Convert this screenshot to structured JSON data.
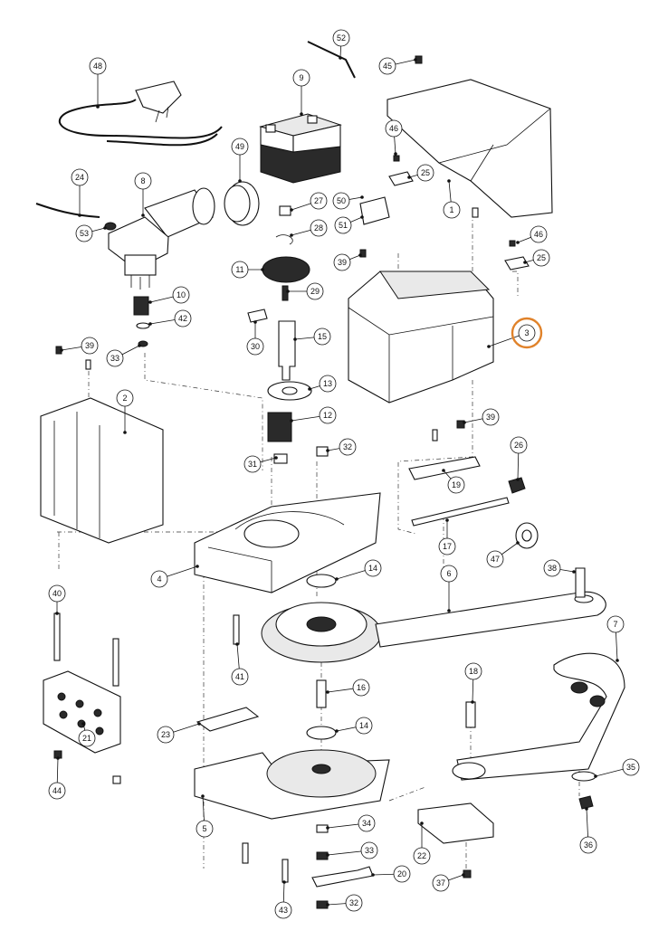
{
  "diagram": {
    "highlight_color": "#e0822a",
    "highlighted_part": "3",
    "callouts": [
      {
        "id": "c1",
        "label": "1"
      },
      {
        "id": "c2",
        "label": "2"
      },
      {
        "id": "c3",
        "label": "3"
      },
      {
        "id": "c4",
        "label": "4"
      },
      {
        "id": "c5",
        "label": "5"
      },
      {
        "id": "c6",
        "label": "6"
      },
      {
        "id": "c7",
        "label": "7"
      },
      {
        "id": "c8",
        "label": "8"
      },
      {
        "id": "c9",
        "label": "9"
      },
      {
        "id": "c10",
        "label": "10"
      },
      {
        "id": "c11",
        "label": "11"
      },
      {
        "id": "c12",
        "label": "12"
      },
      {
        "id": "c13",
        "label": "13"
      },
      {
        "id": "c14a",
        "label": "14"
      },
      {
        "id": "c14b",
        "label": "14"
      },
      {
        "id": "c15",
        "label": "15"
      },
      {
        "id": "c16",
        "label": "16"
      },
      {
        "id": "c17",
        "label": "17"
      },
      {
        "id": "c18",
        "label": "18"
      },
      {
        "id": "c19",
        "label": "19"
      },
      {
        "id": "c20",
        "label": "20"
      },
      {
        "id": "c21",
        "label": "21"
      },
      {
        "id": "c22",
        "label": "22"
      },
      {
        "id": "c23",
        "label": "23"
      },
      {
        "id": "c24",
        "label": "24"
      },
      {
        "id": "c25a",
        "label": "25"
      },
      {
        "id": "c25b",
        "label": "25"
      },
      {
        "id": "c26",
        "label": "26"
      },
      {
        "id": "c27",
        "label": "27"
      },
      {
        "id": "c28",
        "label": "28"
      },
      {
        "id": "c29",
        "label": "29"
      },
      {
        "id": "c30",
        "label": "30"
      },
      {
        "id": "c31",
        "label": "31"
      },
      {
        "id": "c32a",
        "label": "32"
      },
      {
        "id": "c32b",
        "label": "32"
      },
      {
        "id": "c33a",
        "label": "33"
      },
      {
        "id": "c33b",
        "label": "33"
      },
      {
        "id": "c34",
        "label": "34"
      },
      {
        "id": "c35",
        "label": "35"
      },
      {
        "id": "c36",
        "label": "36"
      },
      {
        "id": "c37",
        "label": "37"
      },
      {
        "id": "c38",
        "label": "38"
      },
      {
        "id": "c39a",
        "label": "39"
      },
      {
        "id": "c39b",
        "label": "39"
      },
      {
        "id": "c39c",
        "label": "39"
      },
      {
        "id": "c40",
        "label": "40"
      },
      {
        "id": "c41",
        "label": "41"
      },
      {
        "id": "c42",
        "label": "42"
      },
      {
        "id": "c43",
        "label": "43"
      },
      {
        "id": "c44",
        "label": "44"
      },
      {
        "id": "c45",
        "label": "45"
      },
      {
        "id": "c46a",
        "label": "46"
      },
      {
        "id": "c46b",
        "label": "46"
      },
      {
        "id": "c47",
        "label": "47"
      },
      {
        "id": "c48",
        "label": "48"
      },
      {
        "id": "c49",
        "label": "49"
      },
      {
        "id": "c50",
        "label": "50"
      },
      {
        "id": "c51",
        "label": "51"
      },
      {
        "id": "c52",
        "label": "52"
      },
      {
        "id": "c53",
        "label": "53"
      }
    ]
  }
}
